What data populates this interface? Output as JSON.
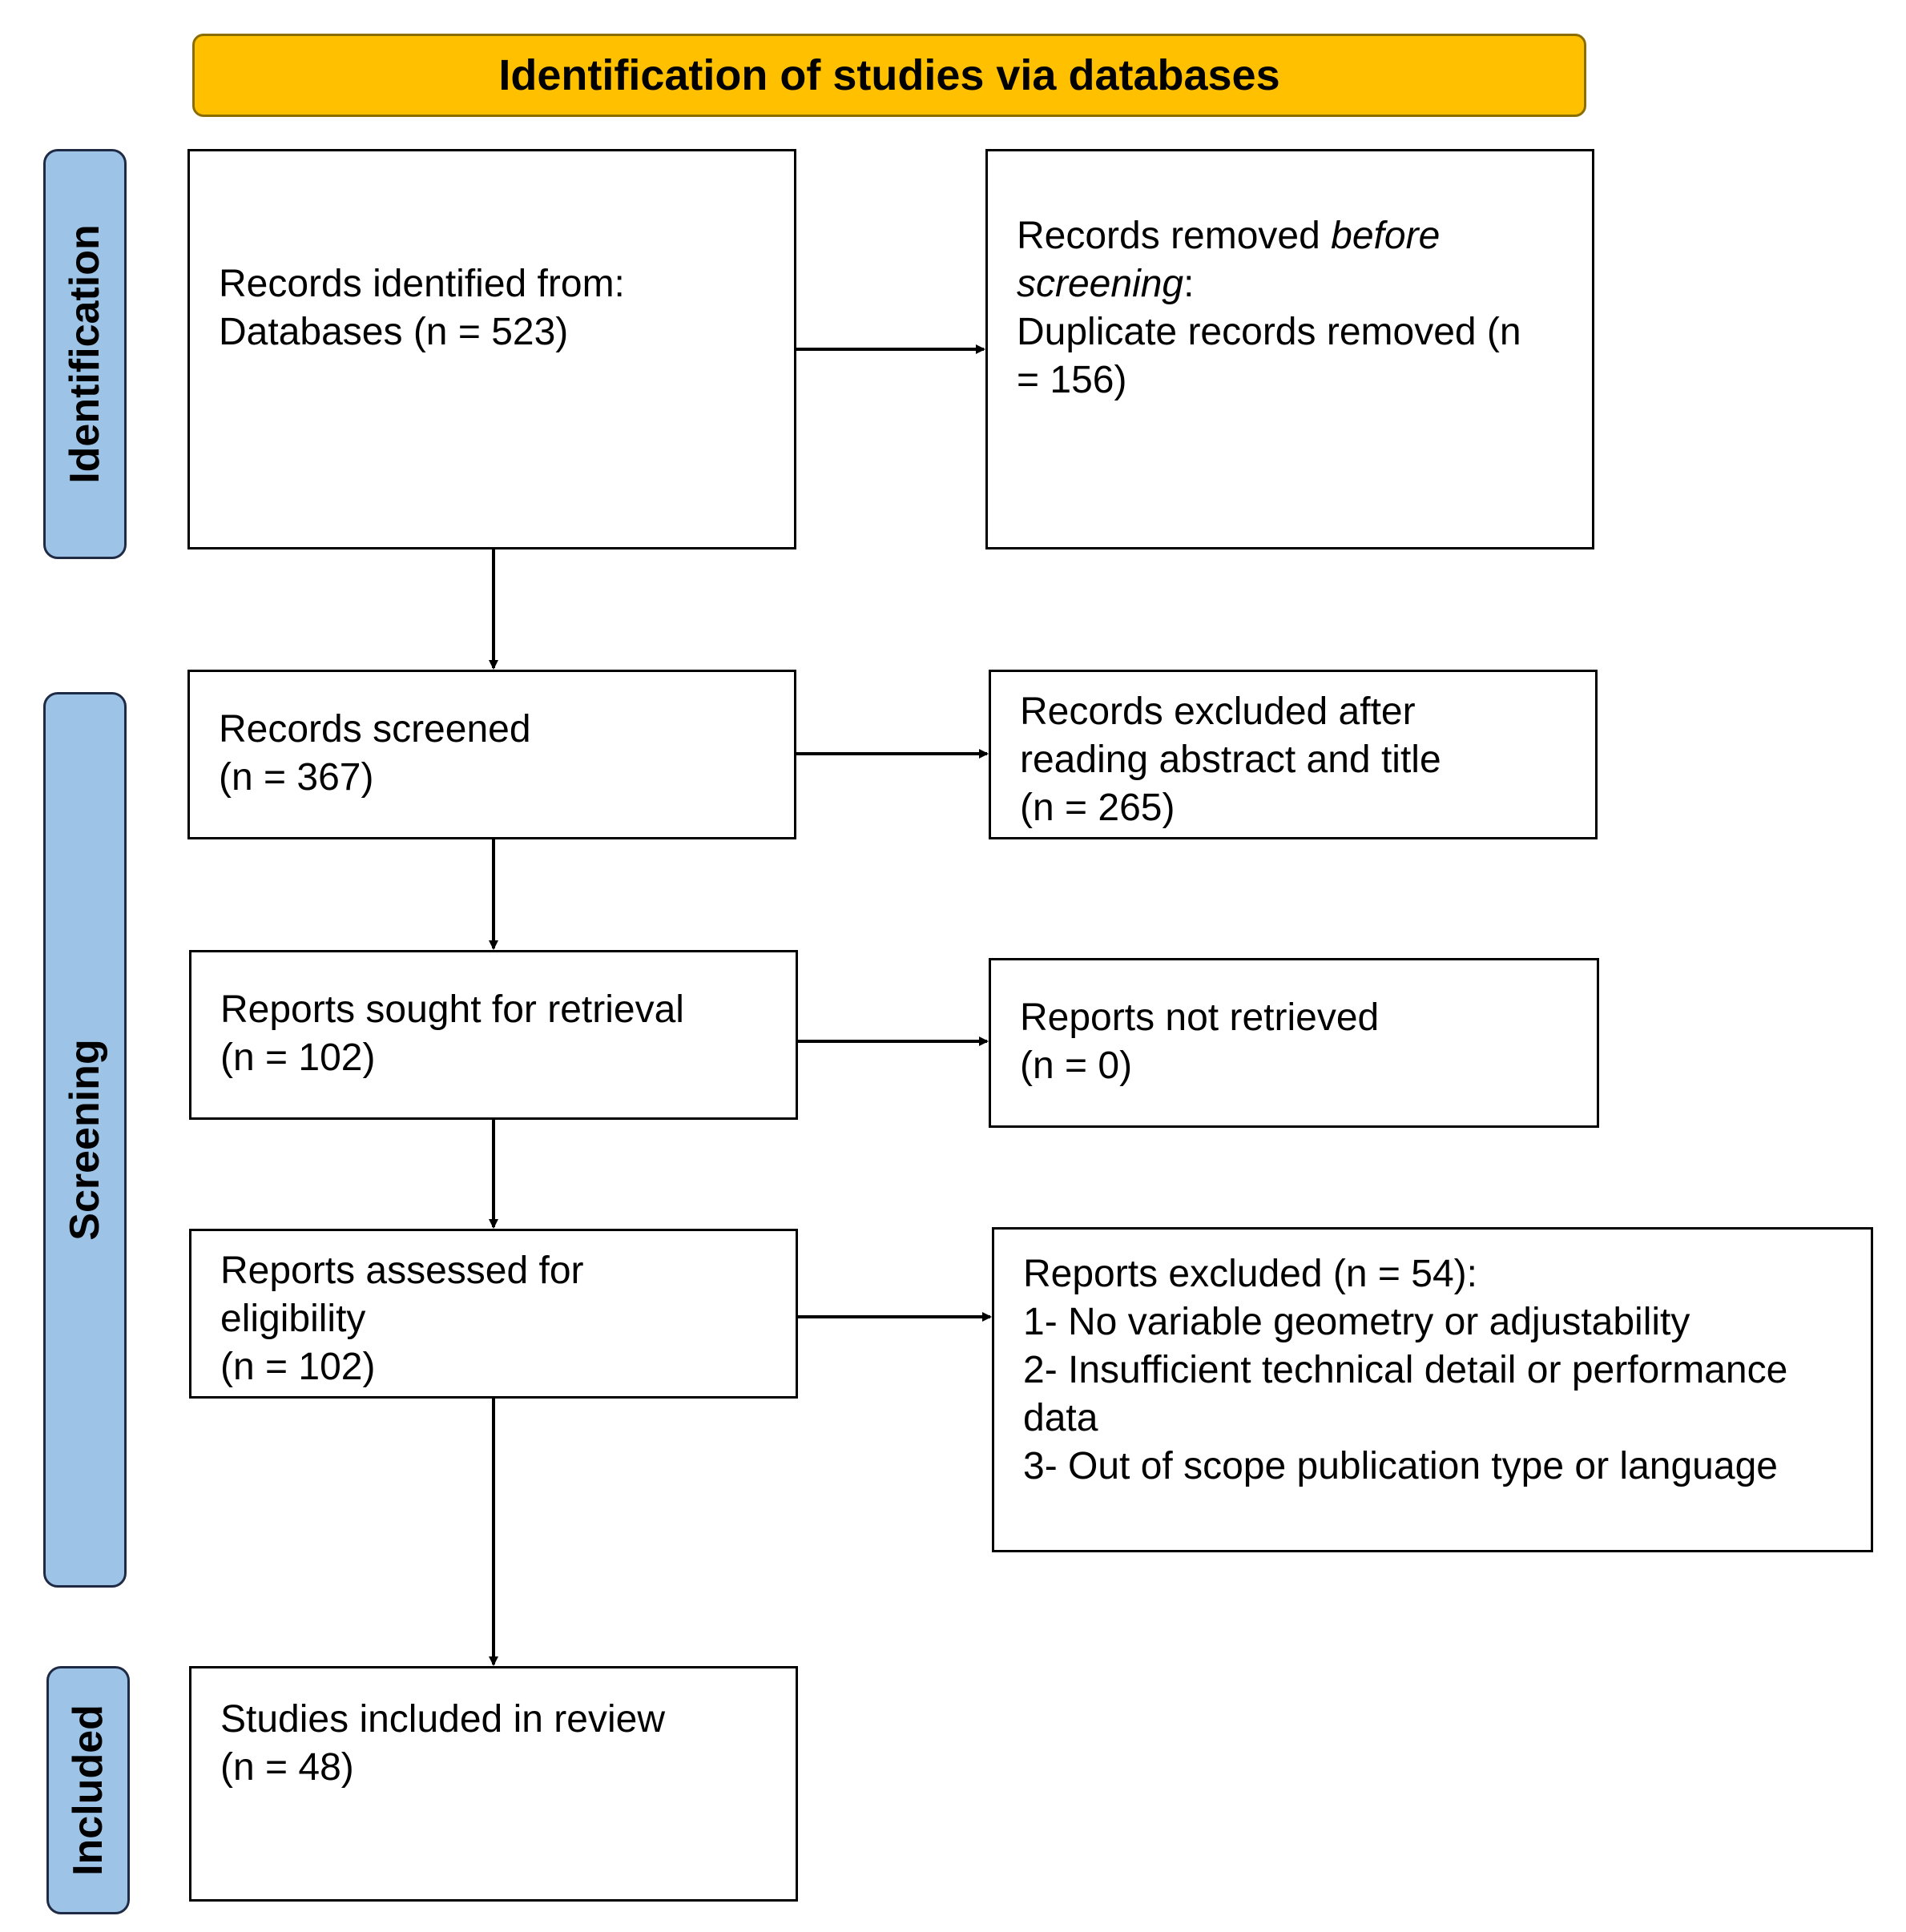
{
  "colors": {
    "header_fill": "#FFC000",
    "stage_fill": "#9DC3E6",
    "line": "#000000"
  },
  "header": {
    "title": "Identification of studies via databases"
  },
  "stages": {
    "identification": "Identification",
    "screening": "Screening",
    "included": "Included"
  },
  "boxes": {
    "records_identified": {
      "line1": "Records identified from:",
      "line2": "Databases (n = 523)"
    },
    "records_removed": {
      "line1_plain": "Records removed ",
      "line1_italic": "before",
      "line2_italic": "screening",
      "line2_plain": ":",
      "line3": "Duplicate records removed (n",
      "line4": "= 156)"
    },
    "records_screened": {
      "line1": "Records screened",
      "line2": "(n = 367)"
    },
    "records_excluded": {
      "line1": "Records excluded after",
      "line2": "reading abstract and title",
      "line3": "(n = 265)"
    },
    "reports_sought": {
      "line1": "Reports sought for retrieval",
      "line2": "(n = 102)"
    },
    "reports_not_retrieved": {
      "line1": "Reports not retrieved",
      "line2": "(n = 0)"
    },
    "reports_assessed": {
      "line1": "Reports assessed for",
      "line2": "eligibility",
      "line3": "(n = 102)"
    },
    "reports_excluded": {
      "line1": "Reports excluded (n = 54):",
      "line2": "1- No variable geometry or adjustability",
      "line3": "2- Insufficient technical detail or performance",
      "line4": "data",
      "line5": "3- Out of scope publication type or language"
    },
    "studies_included": {
      "line1": "Studies included in review",
      "line2": "(n = 48)"
    }
  }
}
